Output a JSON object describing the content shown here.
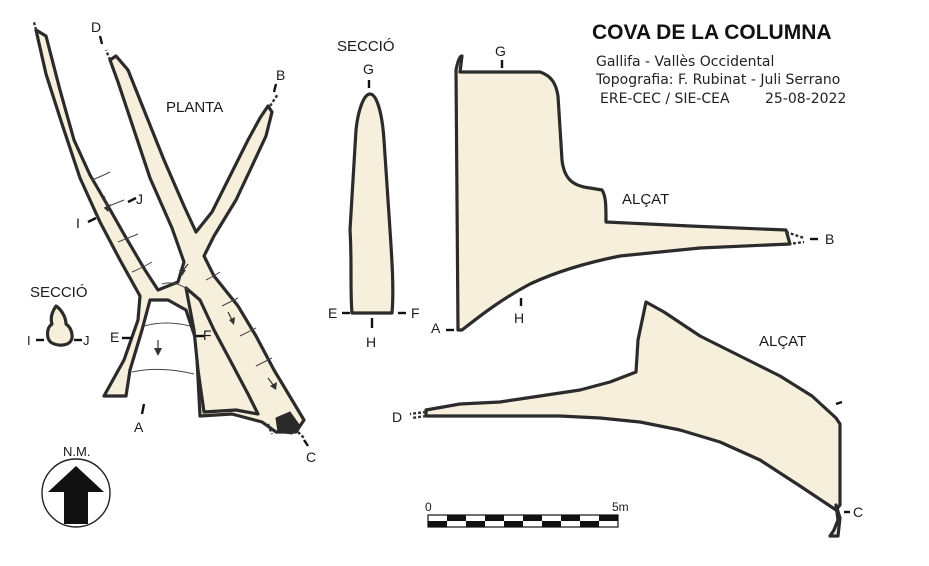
{
  "header": {
    "title": "COVA DE LA COLUMNA",
    "location": "Gallifa - Vallès Occidental",
    "surveyors": "Topografia: F. Rubinat - Juli Serrano",
    "organization": "ERE-CEC / SIE-CEA",
    "date": "25-08-2022"
  },
  "plan": {
    "label": "PLANTA",
    "points": {
      "A": "A",
      "B": "B",
      "C": "C",
      "D": "D",
      "E": "E",
      "F": "F",
      "I": "I",
      "J": "J"
    }
  },
  "section_ij": {
    "label": "SECCIÓ",
    "left": "I",
    "right": "J"
  },
  "section_gh": {
    "label": "SECCIÓ",
    "top": "G",
    "bottom": "H",
    "left": "E",
    "right": "F"
  },
  "elevation_ab": {
    "label": "ALÇAT",
    "points": {
      "G": "G",
      "A": "A",
      "H": "H",
      "B": "B"
    }
  },
  "elevation_dc": {
    "label": "ALÇAT",
    "points": {
      "D": "D",
      "C": "C"
    }
  },
  "north": {
    "label": "N.M."
  },
  "scale": {
    "start": "0",
    "end": "5m"
  }
}
